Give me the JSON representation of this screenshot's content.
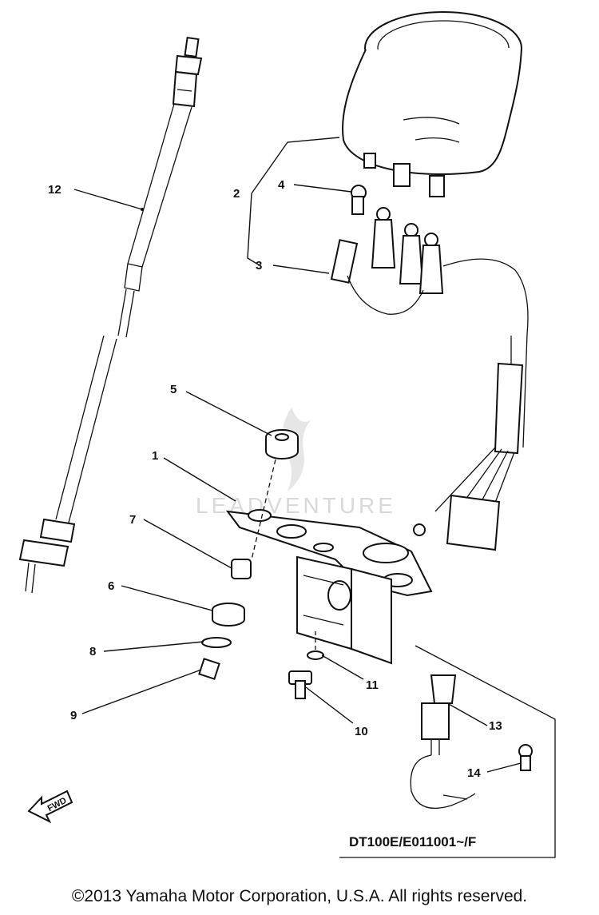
{
  "callouts": {
    "c1": "1",
    "c2": "2",
    "c3": "3",
    "c4": "4",
    "c5": "5",
    "c6": "6",
    "c7": "7",
    "c8": "8",
    "c9": "9",
    "c10": "10",
    "c11": "11",
    "c12": "12",
    "c13": "13",
    "c14": "14"
  },
  "inset": {
    "model_code": "DT100E/E011001~/F"
  },
  "fwd_label": "FWD",
  "watermark": "LEADVENTURE",
  "copyright": "©2013 Yamaha Motor Corporation, U.S.A. All rights reserved."
}
